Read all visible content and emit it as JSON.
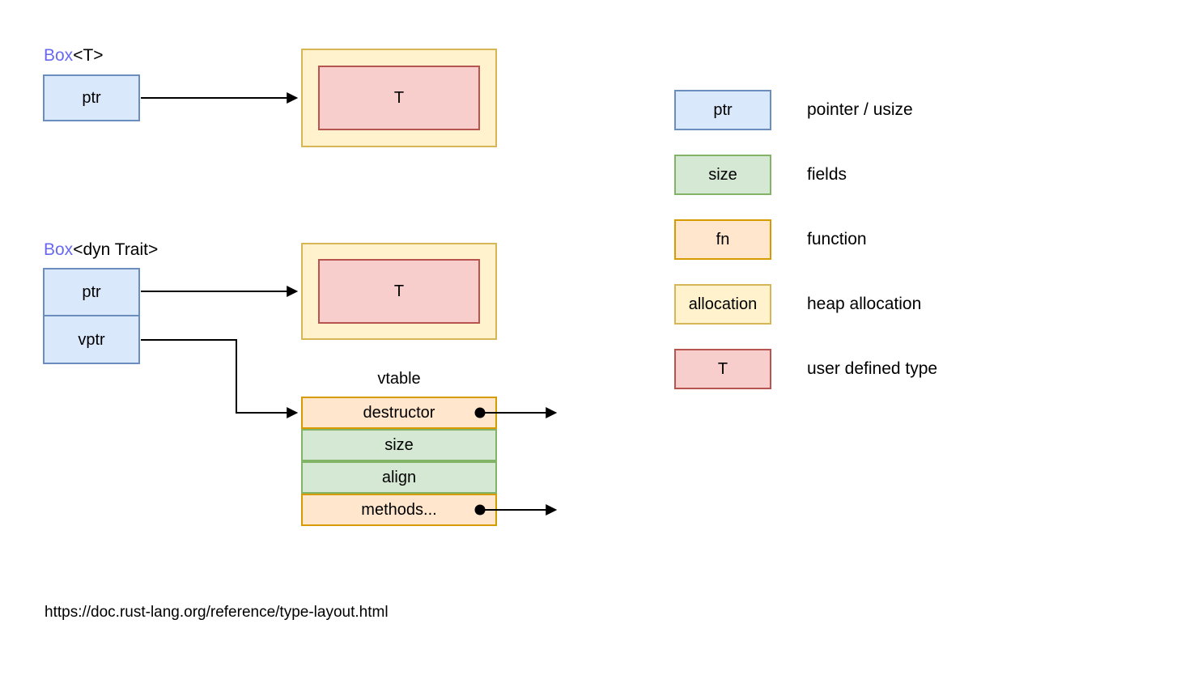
{
  "colors": {
    "pointer_fill": "#dae8fc",
    "pointer_stroke": "#6c8ebf",
    "fields_fill": "#d5e8d4",
    "fields_stroke": "#82b366",
    "function_fill": "#ffe6cc",
    "function_stroke": "#d79b00",
    "allocation_fill": "#fff2cc",
    "allocation_stroke": "#d6b656",
    "type_fill": "#f8cecc",
    "type_stroke": "#b85450",
    "box_title_accent": "#6969f0",
    "arrow": "#000000"
  },
  "diagram_box_t": {
    "title_box": "Box",
    "title_generic": "<T>",
    "ptr": "ptr",
    "t": "T"
  },
  "diagram_box_dyn": {
    "title_box": "Box",
    "title_generic": "<dyn Trait>",
    "ptr": "ptr",
    "vptr": "vptr",
    "t": "T",
    "vtable_title": "vtable",
    "vtable_rows": [
      {
        "label": "destructor",
        "kind": "function",
        "has_pointer_out": true
      },
      {
        "label": "size",
        "kind": "fields",
        "has_pointer_out": false
      },
      {
        "label": "align",
        "kind": "fields",
        "has_pointer_out": false
      },
      {
        "label": "methods...",
        "kind": "function",
        "has_pointer_out": true
      }
    ]
  },
  "legend": {
    "items": [
      {
        "box_label": "ptr",
        "kind": "pointer",
        "description": "pointer / usize"
      },
      {
        "box_label": "size",
        "kind": "fields",
        "description": "fields"
      },
      {
        "box_label": "fn",
        "kind": "function",
        "description": "function"
      },
      {
        "box_label": "allocation",
        "kind": "allocation",
        "description": "heap allocation"
      },
      {
        "box_label": "T",
        "kind": "type",
        "description": "user defined type"
      }
    ]
  },
  "footer": {
    "url": "https://doc.rust-lang.org/reference/type-layout.html"
  }
}
